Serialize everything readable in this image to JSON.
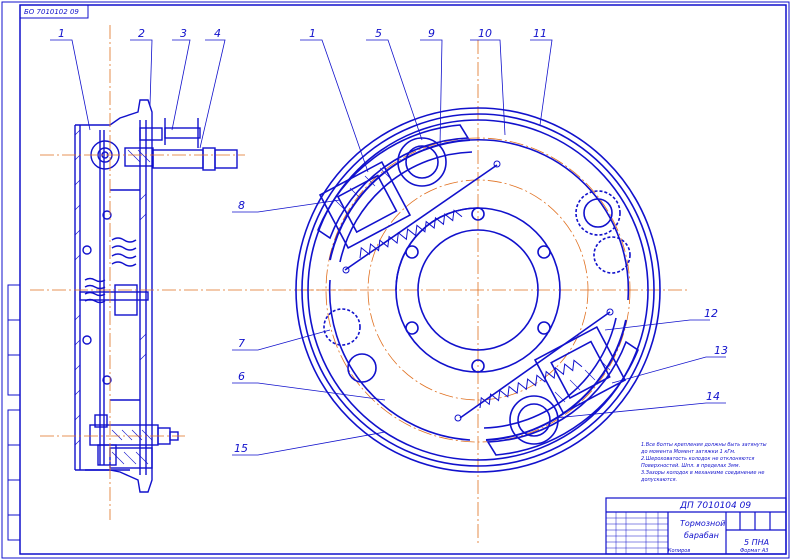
{
  "drawing": {
    "stamp_top": "БО 7010102 09",
    "left_view_callouts": [
      "1",
      "2",
      "3",
      "4"
    ],
    "right_view_callouts": [
      "1",
      "5",
      "9",
      "10",
      "11",
      "8",
      "7",
      "6",
      "15",
      "12",
      "13",
      "14"
    ]
  },
  "notes": [
    "1.Все болты крепления должны быть затянуты",
    "до момента Момент затяжки 1 кГм.",
    "2.Шероховатость колодок не отклоняются",
    "Поверхностей. Шпл. в пределах 3мм.",
    "3.Зазоры колодок в механизме соединение не",
    "допускаются."
  ],
  "title_block": {
    "doc_number": "ДП 7010104 09",
    "name_line1": "Тормозной",
    "name_line2": "барабан",
    "group": "5 ПНА",
    "bottom_left": "Копиров",
    "bottom_right": "Формат А3"
  },
  "colors": {
    "line": "#1111cc",
    "center_line": "#e07020",
    "paper": "#ffffff"
  }
}
